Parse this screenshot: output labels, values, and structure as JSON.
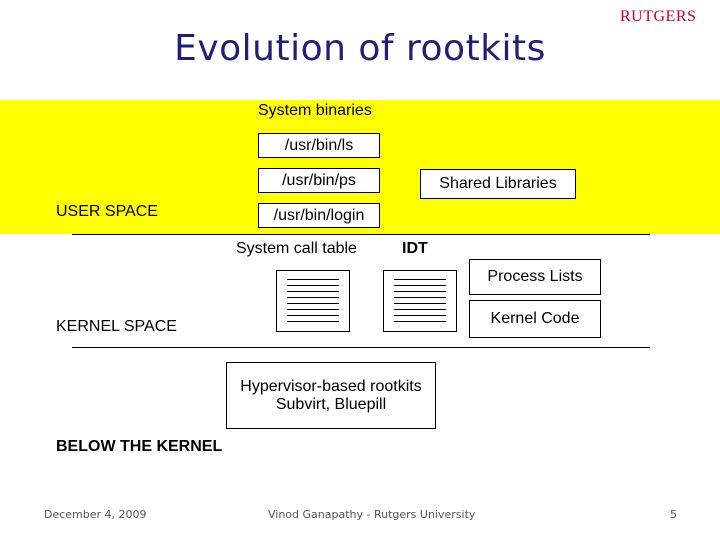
{
  "slide": {
    "title": "Evolution of rootkits",
    "logo": "RUTGERS",
    "colors": {
      "title": "#1f1f7a",
      "highlight": "#ffff00",
      "logo": "#cc0033"
    }
  },
  "user_space": {
    "header": "System binaries",
    "binaries": [
      "/usr/bin/ls",
      "/usr/bin/ps",
      "/usr/bin/login"
    ],
    "shared_libraries": "Shared Libraries",
    "label": "USER SPACE"
  },
  "kernel_space": {
    "syscall_table": "System call table",
    "idt": "IDT",
    "process_lists": "Process Lists",
    "kernel_code": "Kernel Code",
    "label": "KERNEL SPACE"
  },
  "below_kernel": {
    "hypervisor_line1": "Hypervisor-based rootkits",
    "hypervisor_line2": "Subvirt, Bluepill",
    "label": "BELOW THE KERNEL"
  },
  "footer": {
    "date": "December 4, 2009",
    "author": "Vinod Ganapathy - Rutgers University",
    "page": "5"
  }
}
